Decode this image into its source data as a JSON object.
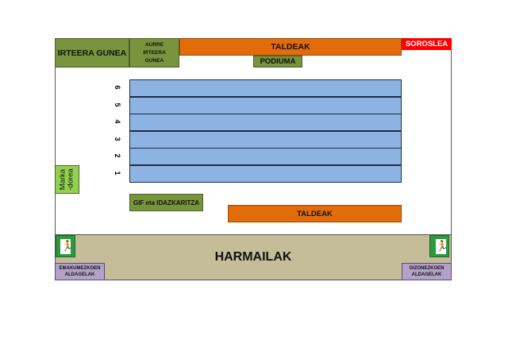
{
  "zones": {
    "irteera": "IRTEERA GUNEA",
    "aurre": "AURRE IRTEERA GUNEA",
    "taldeak_top": "TALDEAK",
    "soroslea": "SOROSLEA",
    "podiuma": "PODIUMA",
    "markadorea": "Marka-dorea",
    "gif": "GIF eta IDAZKARITZA",
    "taldeak_bottom": "TALDEAK",
    "harmailak": "HARMAILAK",
    "emakume": "EMAKUMEZKOEN ALDAGELAK",
    "gizon": "GIZONEZKOEN ALDAGELAK"
  },
  "lanes": [
    "6",
    "5",
    "4",
    "3",
    "2",
    "1"
  ],
  "colors": {
    "green": "#77933c",
    "orange": "#e36c0a",
    "red": "#ff0000",
    "lane": "#8db3e2",
    "stands": "#c4bd97",
    "lilac": "#b3a2c7"
  }
}
